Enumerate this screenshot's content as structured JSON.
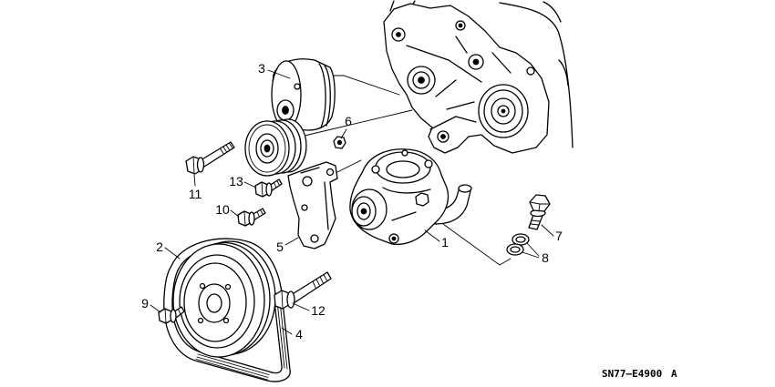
{
  "callouts": [
    "1",
    "2",
    "3",
    "4",
    "5",
    "6",
    "7",
    "8",
    "9",
    "10",
    "11",
    "12",
    "13"
  ],
  "diagram_code": "SN77–E4900",
  "diagram_revision": "A",
  "colors": {
    "line": "#000000",
    "background": "#ffffff"
  }
}
